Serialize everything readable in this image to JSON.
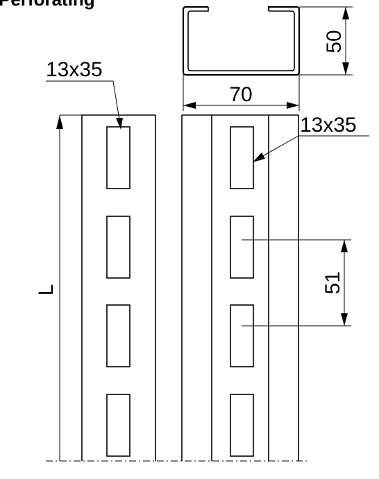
{
  "cropped_title": "Perforating",
  "cross_section": {
    "height_label": "50",
    "width_label": "70"
  },
  "side_view": {
    "slot_label": "13x35",
    "length_label": "L"
  },
  "front_view": {
    "slot_label": "13x35",
    "pitch_label": "51"
  }
}
